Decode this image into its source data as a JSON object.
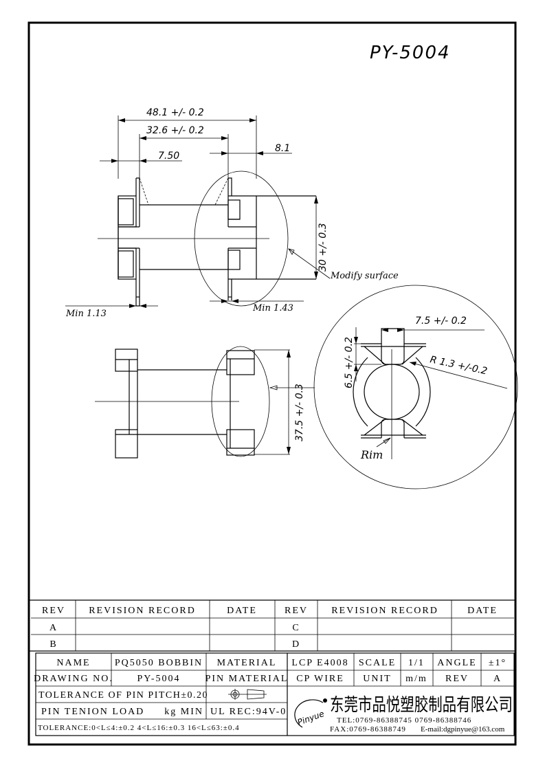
{
  "drawing": {
    "title": "PY-5004",
    "dimensions": {
      "overall_length": "48.1 +/- 0.2",
      "inner_length": "32.6 +/- 0.2",
      "flange_offset": "7.50",
      "right_flange": "8.1",
      "height_30": "30 +/- 0.3",
      "modify_surface": "Modify surface",
      "min_left": "Min 1.13",
      "min_right": "Min 1.43",
      "height_37": "37.5 +/- 0.3",
      "slot_width": "7.5 +/- 0.2",
      "slot_depth": "6.5 +/- 0.2",
      "radius": "R 1.3 +/-0.2",
      "rim": "Rim"
    }
  },
  "revision_table": {
    "headers": [
      "REV",
      "REVISION RECORD",
      "DATE",
      "REV",
      "REVISION RECORD",
      "DATE"
    ],
    "rows": [
      {
        "rev_left": "A",
        "rev_right": "C"
      },
      {
        "rev_left": "B",
        "rev_right": "D"
      }
    ]
  },
  "title_block": {
    "name_label": "NAME",
    "name_value": "PQ5050 BOBBIN",
    "material_label": "MATERIAL",
    "material_value": "LCP E4008",
    "scale_label": "SCALE",
    "scale_value": "1/1",
    "angle_label": "ANGLE",
    "angle_value": "±1°",
    "drawing_no_label": "DRAWING NO.",
    "drawing_no_value": "PY-5004",
    "pin_material_label": "PIN MATERIAL",
    "pin_material_value": "CP WIRE",
    "unit_label": "UNIT",
    "unit_value": "m/m",
    "rev_label": "REV",
    "rev_value": "A",
    "pin_pitch_tolerance": "TOLERANCE OF PIN PITCH±0.20",
    "pin_tension": "PIN TENION LOAD",
    "pin_tension_unit": "kg MIN",
    "ul_rec": "UL REC:94V-0",
    "tolerance": "TOLERANCE:0<L≤4:±0.2  4<L≤16:±0.3  16<L≤63:±0.4",
    "company": {
      "logo": "Pinyue",
      "name": "东莞市品悦塑胶制品有限公司",
      "tel": "TEL:0769-86388745    0769-86388746",
      "fax": "FAX:0769-86388749",
      "email": "E-mail:dgpinyue@163.com"
    }
  }
}
